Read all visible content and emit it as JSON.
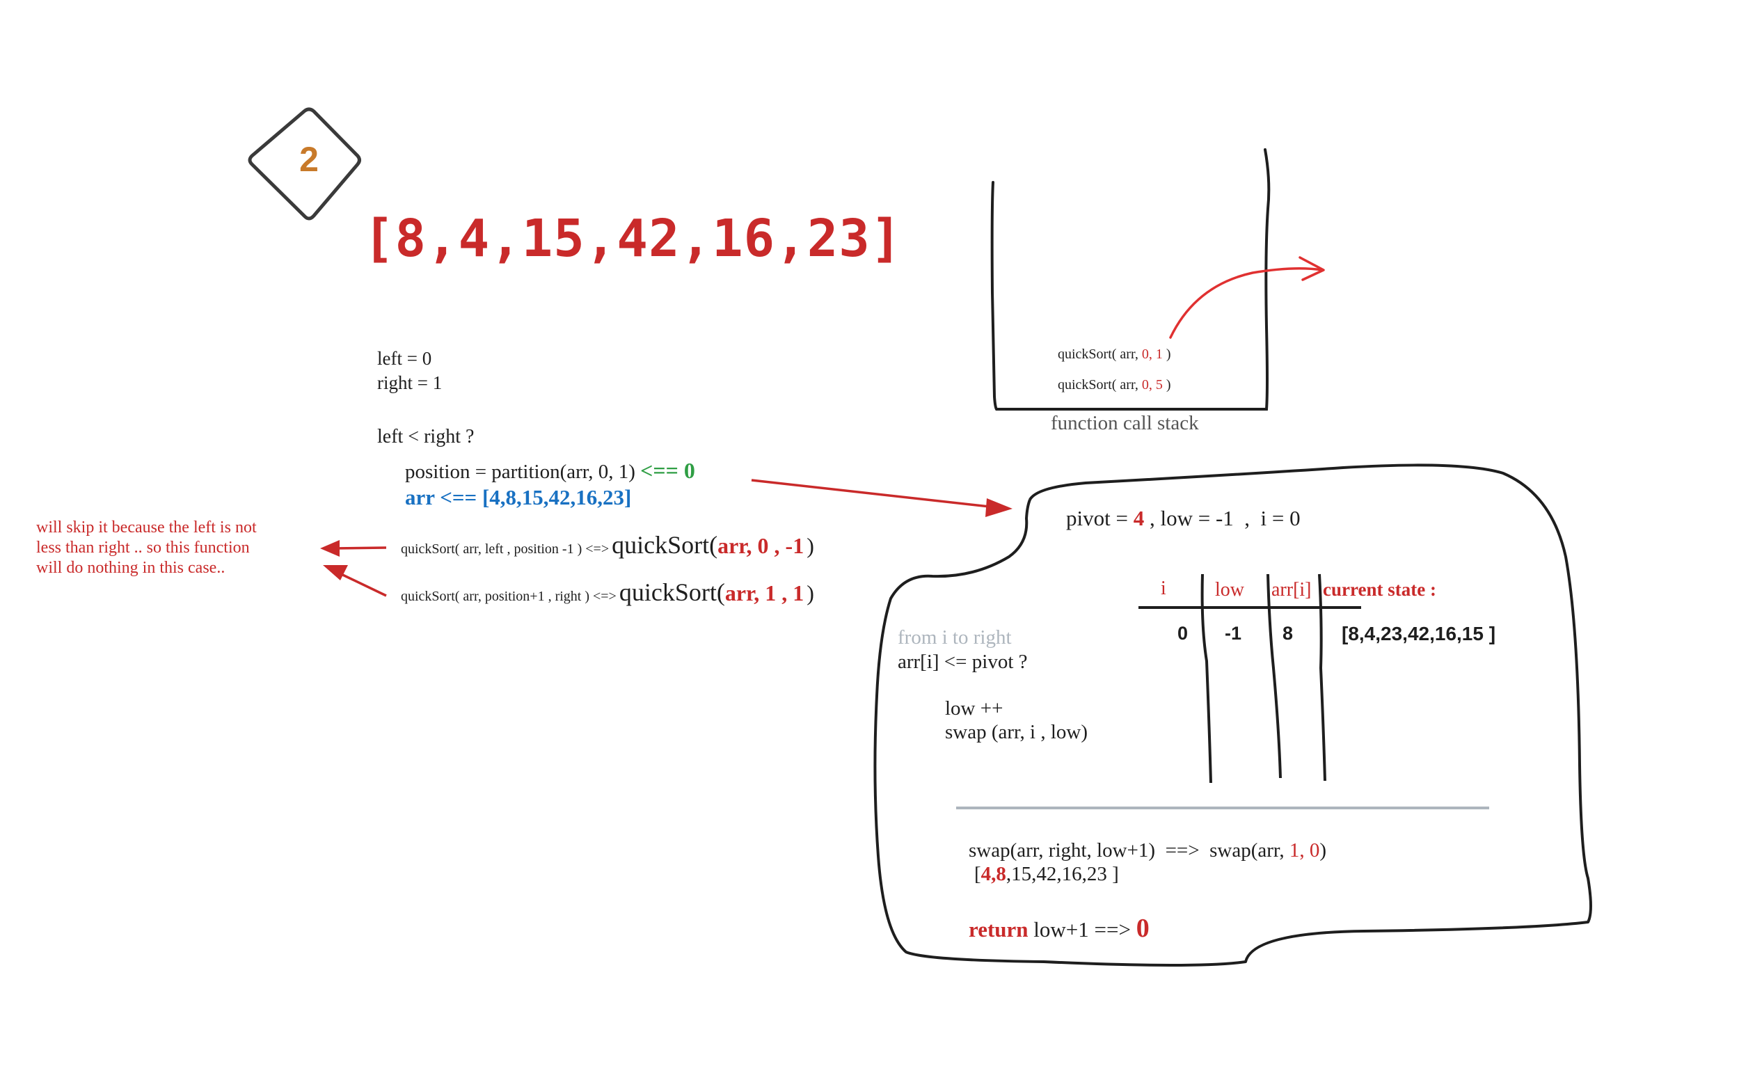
{
  "step_badge": "2",
  "array_title": "[8,4,15,42,16,23]",
  "vars": {
    "left": "left = 0",
    "right": "right = 1",
    "condition": "left < right ?"
  },
  "partition_line": {
    "text": "position = partition(arr, 0, 1)",
    "result": "<== 0"
  },
  "arr_line": {
    "label": "arr <==",
    "value": "[4,8,15,42,16,23]"
  },
  "calls": [
    {
      "small": "quickSort( arr, left , position -1 ) <=>",
      "big_fn": "quickSort(",
      "big_args": "arr, 0 , -1",
      "big_close": ")"
    },
    {
      "small": "quickSort( arr, position+1 , right ) <=>",
      "big_fn": "quickSort(",
      "big_args": "arr, 1 , 1",
      "big_close": ")"
    }
  ],
  "skip_note": [
    "will skip it because the left is not",
    "less than right .. so this function",
    "will do nothing in this case.."
  ],
  "stack": {
    "caption": "function call stack",
    "frames": [
      {
        "prefix": "quickSort( arr,",
        "args": "0, 1",
        "suffix": ")"
      },
      {
        "prefix": "quickSort( arr,",
        "args": "0, 5",
        "suffix": ")"
      }
    ]
  },
  "partition_box": {
    "header": {
      "pivot_label": "pivot =",
      "pivot_value": "4",
      "rest": ", low = -1  ,  i = 0"
    },
    "table": {
      "headers": [
        "i",
        "low",
        "arr[i]",
        "current state :"
      ],
      "rows": [
        {
          "i": "0",
          "low": "-1",
          "arr_i": "8",
          "state": "[8,4,23,42,16,15 ]"
        }
      ]
    },
    "loop_label": "from i to right",
    "condition": "arr[i] <= pivot ?",
    "body": [
      "low ++",
      "swap (arr, i , low)"
    ],
    "final_swap": {
      "left": "swap(arr, right, low+1)  ==>  swap(arr,",
      "args": "1, 0",
      "close": ")"
    },
    "final_state": {
      "open": "[",
      "swapped": "4,8",
      "rest": ",15,42,16,23 ]"
    },
    "return": {
      "keyword": "return",
      "expr": "low+1 ==>",
      "value": "0"
    }
  },
  "colors": {
    "red": "#c92a2a",
    "green": "#2f9e44",
    "blue": "#1971c2",
    "orange": "#c87a2a",
    "ink": "#1e1e1e",
    "gray": "#adb5bd"
  }
}
